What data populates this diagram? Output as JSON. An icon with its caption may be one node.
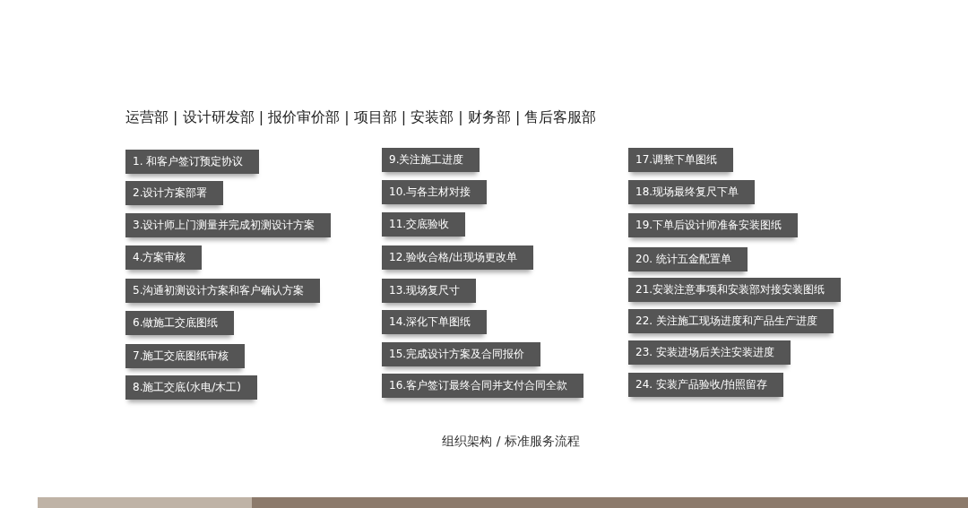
{
  "diagram": {
    "title": "运营部 | 设计研发部 | 报价审价部 | 项目部 | 安装部 | 财务部 | 售后客服部",
    "caption": "组织架构 / 标准服务流程",
    "nodes": [
      {
        "text": [
          "1. 和客户签订预定协议"
        ]
      },
      {
        "text": [
          "2.设计方案部署"
        ]
      },
      {
        "text": [
          "3.设计师上门测量并完成初测设计方案"
        ]
      },
      {
        "text": [
          "4.方案审核"
        ]
      },
      {
        "text": [
          "5.沟通初测设计方案和客户确认方案"
        ]
      },
      {
        "text": [
          "6.做施工交底图纸"
        ]
      },
      {
        "text": [
          "7.施工交底图纸审核"
        ]
      },
      {
        "text": [
          "8.施工交底(水电/木工)"
        ]
      },
      {
        "text": [
          "9.关注施工进度"
        ]
      },
      {
        "text": [
          "10.与各主材对接"
        ]
      },
      {
        "text": [
          "11.交底验收"
        ]
      },
      {
        "text": [
          "12.验收合格/出现场更改单"
        ]
      },
      {
        "text": [
          "13.现场复尺寸"
        ]
      },
      {
        "text": [
          "14.深化下单图纸"
        ]
      },
      {
        "text": [
          "15.完成设计方案及合同报价"
        ]
      },
      {
        "text": [
          "16.客户签订最终合同并支付合同全款"
        ]
      },
      {
        "text": [
          "17.调整下单图纸"
        ]
      },
      {
        "text": [
          "18.现场最终复尺下单"
        ]
      },
      {
        "text": [
          "19.下单后设计师准备安装图纸"
        ]
      },
      {
        "text": [
          "20. 统计五金配置单"
        ]
      },
      {
        "text": [
          "21.安装注意事项和安装部对接安装图纸"
        ]
      },
      {
        "text": [
          "22. 关注施工现场进度和产品生产进度"
        ]
      },
      {
        "text": [
          "23. 安装进场后关注安装进度"
        ]
      },
      {
        "text": [
          "24. 安装产品验收/拍照留存"
        ]
      }
    ],
    "edges": []
  }
}
